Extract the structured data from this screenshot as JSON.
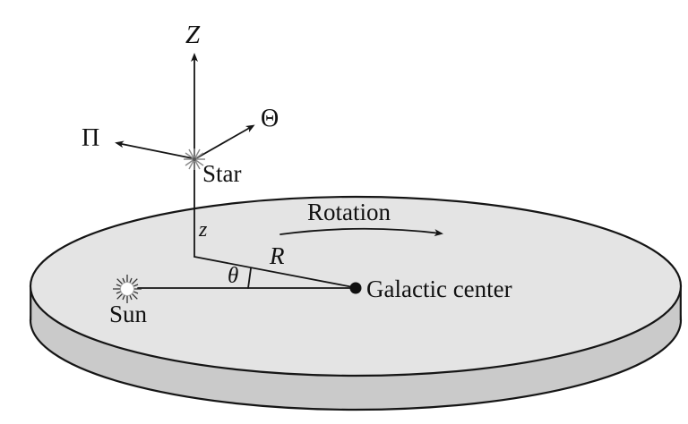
{
  "figure": {
    "description": "Galactic coordinate system diagram: star above galactic disk with velocity components, Sun and Galactic center on disk",
    "labels": {
      "z_axis": "Z",
      "theta_axis": "Θ",
      "pi_axis": "Π",
      "star": "Star",
      "z_height": "z",
      "rotation": "Rotation",
      "radius": "R",
      "theta_angle": "θ",
      "galactic_center": "Galactic center",
      "sun": "Sun"
    },
    "colors": {
      "disk_top": "#e4e4e4",
      "disk_side": "#cacaca",
      "line": "#151515",
      "background": "#ffffff"
    }
  }
}
